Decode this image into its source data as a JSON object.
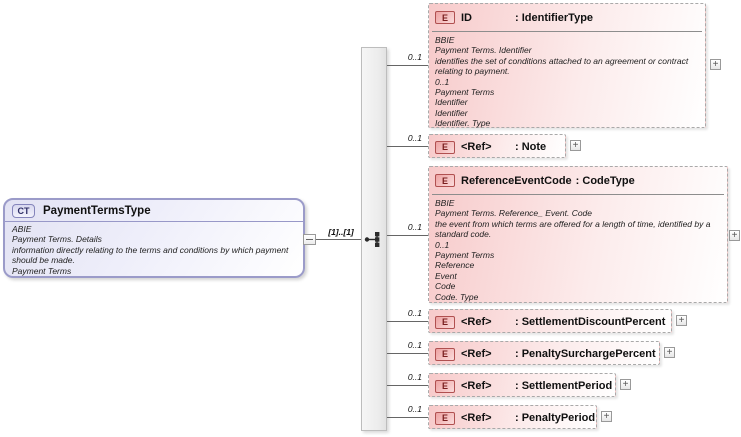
{
  "root": {
    "badge": "CT",
    "title": "PaymentTermsType",
    "annotation_lines": [
      "ABIE",
      "Payment Terms. Details",
      "information directly relating to the terms and conditions by which payment should be made.",
      "Payment Terms"
    ]
  },
  "compositor": {
    "type": "sequence",
    "cardinality_label": "[1]..[1]"
  },
  "icons": {
    "expand": "+",
    "collapse": ""
  },
  "colors": {
    "element_accent": "#f7caca",
    "element_border": "#a9a9a9",
    "element_badge_border": "#b05050",
    "type_accent": "#e2e2f3",
    "type_border": "#9b9bc9",
    "connector": "#666666"
  },
  "elements": [
    {
      "badge": "E",
      "name": "ID",
      "type": ": IdentifierType",
      "cardinality": "0..1",
      "annotation_lines": [
        "BBIE",
        "Payment Terms. Identifier",
        "identifies the set of conditions attached to an agreement or contract relating to payment.",
        "0..1",
        "Payment Terms",
        "Identifier",
        "Identifier",
        "Identifier. Type"
      ]
    },
    {
      "badge": "E",
      "name": "<Ref>",
      "type": ": Note",
      "cardinality": "0..1"
    },
    {
      "badge": "E",
      "name": "ReferenceEventCode",
      "type": ": CodeType",
      "cardinality": "0..1",
      "annotation_lines": [
        "BBIE",
        "Payment Terms. Reference_ Event. Code",
        "the event from which terms are offered for a length of time, identified by a standard code.",
        "0..1",
        "Payment Terms",
        "Reference",
        "Event",
        "Code",
        "Code. Type"
      ]
    },
    {
      "badge": "E",
      "name": "<Ref>",
      "type": ": SettlementDiscountPercent",
      "cardinality": "0..1"
    },
    {
      "badge": "E",
      "name": "<Ref>",
      "type": ": PenaltySurchargePercent",
      "cardinality": "0..1"
    },
    {
      "badge": "E",
      "name": "<Ref>",
      "type": ": SettlementPeriod",
      "cardinality": "0..1"
    },
    {
      "badge": "E",
      "name": "<Ref>",
      "type": ": PenaltyPeriod",
      "cardinality": "0..1"
    }
  ]
}
